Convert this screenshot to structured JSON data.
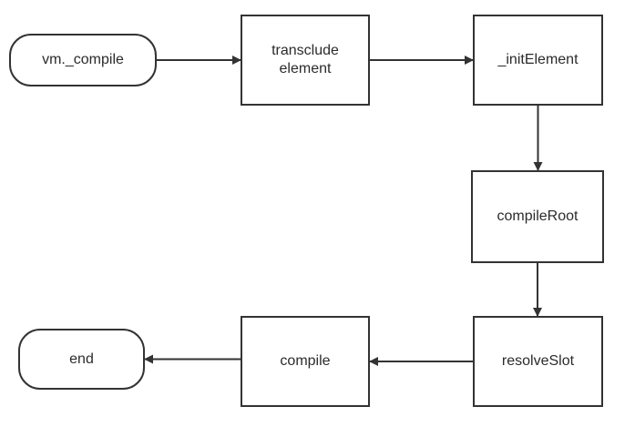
{
  "diagram": {
    "nodes": [
      {
        "id": "n1",
        "label": "vm._compile",
        "kind": "terminal"
      },
      {
        "id": "n2",
        "label": "transclude\nelement",
        "kind": "process"
      },
      {
        "id": "n3",
        "label": "_initElement",
        "kind": "process"
      },
      {
        "id": "n4",
        "label": "compileRoot",
        "kind": "process"
      },
      {
        "id": "n5",
        "label": "resolveSlot",
        "kind": "process"
      },
      {
        "id": "n6",
        "label": "compile",
        "kind": "process"
      },
      {
        "id": "n7",
        "label": "end",
        "kind": "terminal"
      }
    ],
    "edges": [
      {
        "from": "n1",
        "to": "n2"
      },
      {
        "from": "n2",
        "to": "n3"
      },
      {
        "from": "n3",
        "to": "n4"
      },
      {
        "from": "n4",
        "to": "n5"
      },
      {
        "from": "n5",
        "to": "n6"
      },
      {
        "from": "n6",
        "to": "n7"
      }
    ],
    "colors": {
      "stroke": "#333333",
      "arrow": "#333333",
      "text": "#2b2b2b"
    }
  }
}
